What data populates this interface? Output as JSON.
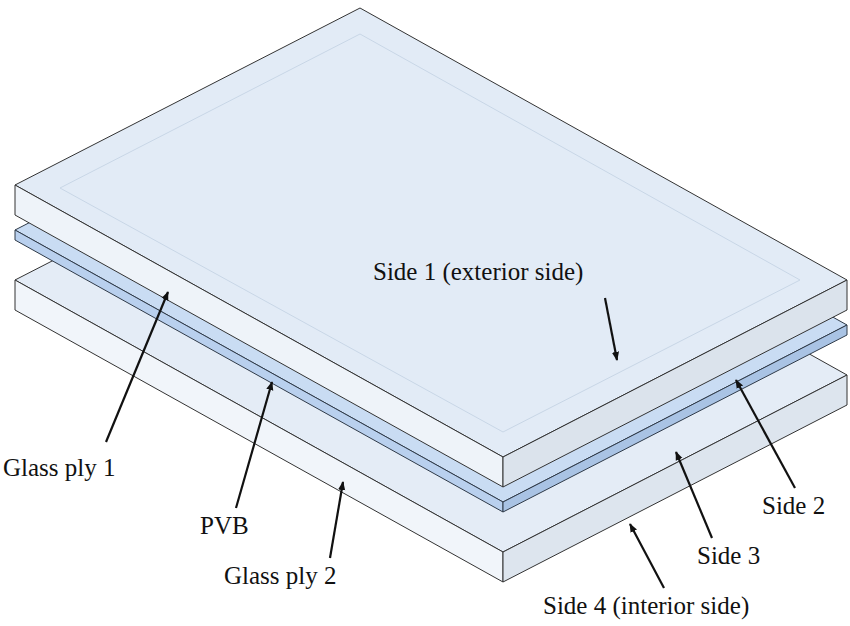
{
  "diagram": {
    "labels": [
      "Side 1 (exterior side)",
      "Glass ply 1",
      "PVB",
      "Glass ply 2",
      "Side 2",
      "Side 3",
      "Side 4 (interior side)"
    ]
  }
}
